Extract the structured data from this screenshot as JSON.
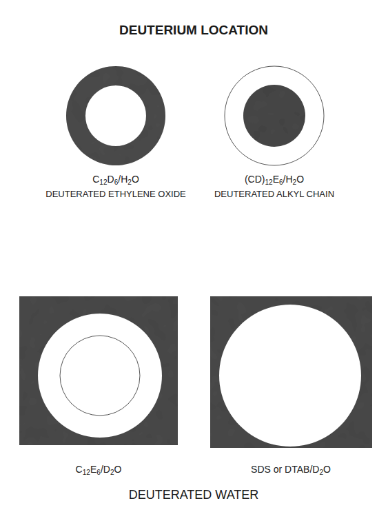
{
  "diagram": {
    "title": "DEUTERIUM LOCATION",
    "labels": [
      "C12D6/H2O",
      "DEUTERATED ETHYLENE OXIDE",
      "(CD)12E6/H2O",
      "DEUTERATED ALKYL CHAIN",
      "C12E6/D2O",
      "SDS or DTAB/D2O",
      "DEUTERATED WATER"
    ]
  }
}
